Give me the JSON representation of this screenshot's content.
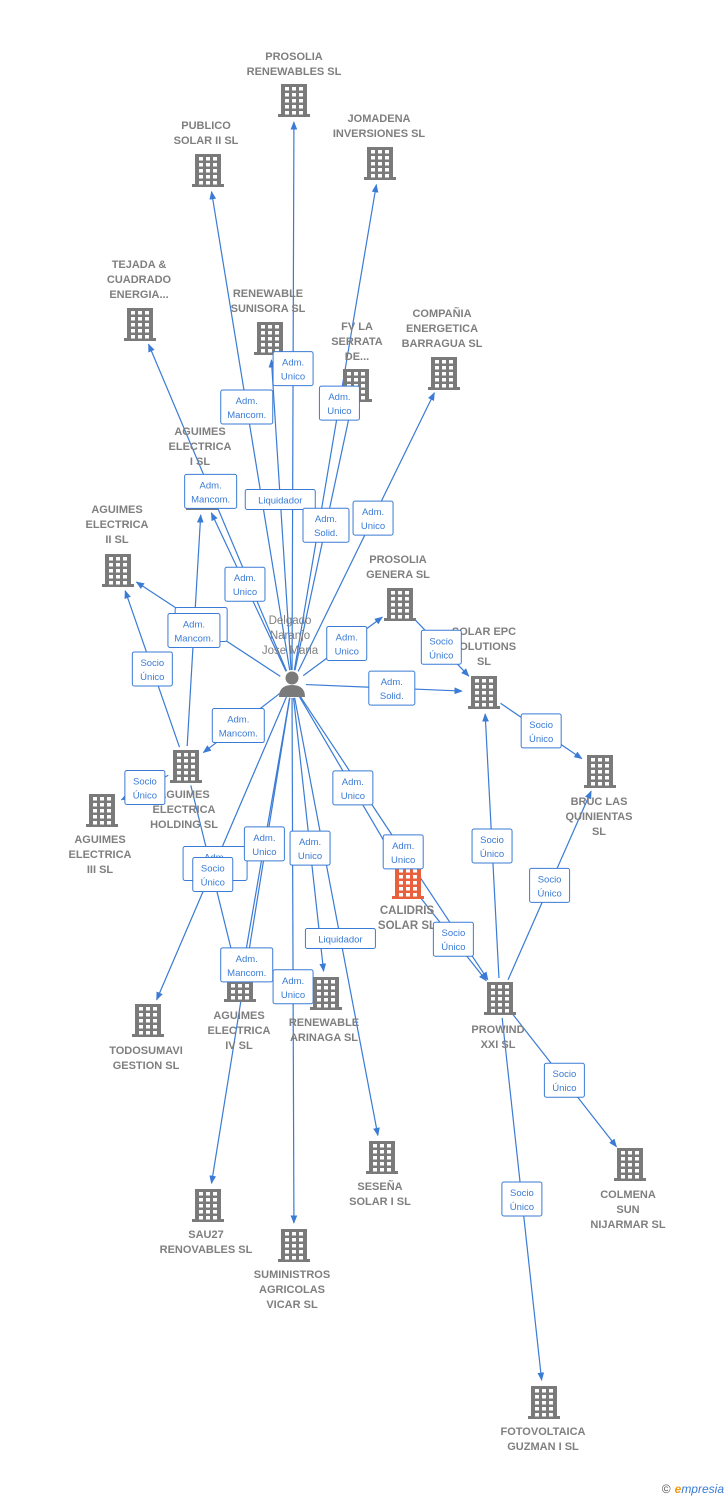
{
  "colors": {
    "edge": "#3a7bd5",
    "company": "#7a7a7a",
    "focal": "#e8603c",
    "label": "#7f7f7f"
  },
  "person": {
    "id": "person",
    "lines": [
      "Delgado",
      "Naranjo",
      "Jose Maria"
    ]
  },
  "nodes": [
    {
      "id": "prosolia-renewables",
      "lines": [
        "PROSOLIA",
        "RENEWABLES SL"
      ],
      "focal": false
    },
    {
      "id": "publico-solar-ii",
      "lines": [
        "PUBLICO",
        "SOLAR II SL"
      ],
      "focal": false
    },
    {
      "id": "jomadena",
      "lines": [
        "JOMADENA",
        "INVERSIONES SL"
      ],
      "focal": false
    },
    {
      "id": "tejada-cuadrado",
      "lines": [
        "TEJADA &",
        "CUADRADO",
        "ENERGIA..."
      ],
      "focal": false
    },
    {
      "id": "renewable-sunisora",
      "lines": [
        "RENEWABLE",
        "SUNISORA SL"
      ],
      "focal": false
    },
    {
      "id": "fv-la-serrata",
      "lines": [
        "FV LA",
        "SERRATA",
        "DE..."
      ],
      "focal": false
    },
    {
      "id": "compania-energetica",
      "lines": [
        "COMPAÑIA",
        "ENERGETICA",
        "BARRAGUA SL"
      ],
      "focal": false
    },
    {
      "id": "aguimes-electrica-i",
      "lines": [
        "AGUIMES",
        "ELECTRICA",
        "I SL"
      ],
      "focal": false
    },
    {
      "id": "aguimes-electrica-ii",
      "lines": [
        "AGUIMES",
        "ELECTRICA",
        "II SL"
      ],
      "focal": false
    },
    {
      "id": "prosolia-genera",
      "lines": [
        "PROSOLIA",
        "GENERA SL"
      ],
      "focal": false
    },
    {
      "id": "solar-epc",
      "lines": [
        "SOLAR EPC",
        "SOLUTIONS",
        "SL"
      ],
      "focal": false
    },
    {
      "id": "bruc-quinientas",
      "lines": [
        "BRUC LAS",
        "QUINIENTAS",
        "SL"
      ],
      "focal": false
    },
    {
      "id": "aguimes-holding",
      "lines": [
        "AGUIMES",
        "ELECTRICA",
        "HOLDING SL"
      ],
      "focal": false
    },
    {
      "id": "aguimes-electrica-iii",
      "lines": [
        "AGUIMES",
        "ELECTRICA",
        "III SL"
      ],
      "focal": false
    },
    {
      "id": "calidris",
      "lines": [
        "CALIDRIS",
        "SOLAR  SL"
      ],
      "focal": true
    },
    {
      "id": "todosumavi",
      "lines": [
        "TODOSUMAVI",
        "GESTION SL"
      ],
      "focal": false
    },
    {
      "id": "aguimes-electrica-iv",
      "lines": [
        "AGUIMES",
        "ELECTRICA",
        "IV SL"
      ],
      "focal": false
    },
    {
      "id": "renewable-arinaga",
      "lines": [
        "RENEWABLE",
        "ARINAGA  SL"
      ],
      "focal": false
    },
    {
      "id": "prowind",
      "lines": [
        "PROWIND",
        "XXI SL"
      ],
      "focal": false
    },
    {
      "id": "colmena-sun",
      "lines": [
        "COLMENA",
        "SUN",
        "NIJARMAR  SL"
      ],
      "focal": false
    },
    {
      "id": "sesena-solar",
      "lines": [
        "SESEÑA",
        "SOLAR I SL"
      ],
      "focal": false
    },
    {
      "id": "sau27",
      "lines": [
        "SAU27",
        "RENOVABLES SL"
      ],
      "focal": false
    },
    {
      "id": "suministros",
      "lines": [
        "SUMINISTROS",
        "AGRICOLAS",
        "VICAR SL"
      ],
      "focal": false
    },
    {
      "id": "fotovoltaica-guzman",
      "lines": [
        "FOTOVOLTAICA",
        "GUZMAN I  SL"
      ],
      "focal": false
    }
  ],
  "edges": [
    {
      "from": "person",
      "to": "prosolia-renewables",
      "lines": [
        "Adm.",
        "Unico"
      ]
    },
    {
      "from": "person",
      "to": "publico-solar-ii",
      "lines": [
        "Adm.",
        "Mancom."
      ]
    },
    {
      "from": "person",
      "to": "jomadena",
      "lines": [
        "Adm.",
        "Unico"
      ]
    },
    {
      "from": "person",
      "to": "tejada-cuadrado",
      "lines": [
        "Adm.",
        "Mancom."
      ]
    },
    {
      "from": "person",
      "to": "renewable-sunisora",
      "lines": [
        "Liquidador"
      ]
    },
    {
      "from": "person",
      "to": "fv-la-serrata",
      "lines": [
        "Adm.",
        "Solid."
      ]
    },
    {
      "from": "person",
      "to": "compania-energetica",
      "lines": [
        "Adm.",
        "Unico"
      ]
    },
    {
      "from": "person",
      "to": "aguimes-electrica-i",
      "lines": [
        "Adm.",
        "Unico"
      ]
    },
    {
      "from": "person",
      "to": "aguimes-electrica-ii",
      "lines": [
        "Adm.",
        "Mancom."
      ]
    },
    {
      "from": "person",
      "to": "prosolia-genera",
      "lines": [
        "Adm.",
        "Unico"
      ]
    },
    {
      "from": "person",
      "to": "solar-epc",
      "lines": [
        "Adm.",
        "Solid."
      ]
    },
    {
      "from": "person",
      "to": "aguimes-holding",
      "lines": [
        "Adm.",
        "Mancom."
      ]
    },
    {
      "from": "person",
      "to": "calidris",
      "lines": [
        "Adm.",
        "Unico"
      ]
    },
    {
      "from": "person",
      "to": "todosumavi",
      "lines": [
        "Adm.",
        "Unico,..."
      ]
    },
    {
      "from": "person",
      "to": "aguimes-electrica-iv",
      "lines": [
        "Adm.",
        "Unico"
      ]
    },
    {
      "from": "person",
      "to": "renewable-arinaga",
      "lines": [
        "Adm.",
        "Unico"
      ]
    },
    {
      "from": "person",
      "to": "sesena-solar",
      "lines": [
        "Liquidador"
      ]
    },
    {
      "from": "person",
      "to": "sau27",
      "lines": [
        "Adm.",
        "Mancom."
      ]
    },
    {
      "from": "person",
      "to": "suministros",
      "lines": [
        "Adm.",
        "Unico"
      ]
    },
    {
      "from": "person",
      "to": "prowind",
      "lines": [
        "Adm.",
        "Unico"
      ]
    },
    {
      "from": "aguimes-holding",
      "to": "aguimes-electrica-i",
      "lines": [
        "Adm.",
        "Mancom."
      ]
    },
    {
      "from": "aguimes-holding",
      "to": "aguimes-electrica-ii",
      "lines": [
        "Socio",
        "Único"
      ]
    },
    {
      "from": "aguimes-holding",
      "to": "aguimes-electrica-iii",
      "lines": [
        "Socio",
        "Único"
      ]
    },
    {
      "from": "aguimes-holding",
      "to": "aguimes-electrica-iv",
      "lines": [
        "Socio",
        "Único"
      ]
    },
    {
      "from": "prosolia-genera",
      "to": "solar-epc",
      "lines": [
        "Socio",
        "Único"
      ]
    },
    {
      "from": "solar-epc",
      "to": "bruc-quinientas",
      "lines": [
        "Socio",
        "Único"
      ]
    },
    {
      "from": "calidris",
      "to": "prowind",
      "lines": [
        "Socio",
        "Único"
      ]
    },
    {
      "from": "prowind",
      "to": "solar-epc",
      "lines": [
        "Socio",
        "Único"
      ]
    },
    {
      "from": "prowind",
      "to": "bruc-quinientas",
      "lines": [
        "Socio",
        "Único"
      ]
    },
    {
      "from": "prowind",
      "to": "colmena-sun",
      "lines": [
        "Socio",
        "Único"
      ]
    },
    {
      "from": "prowind",
      "to": "fotovoltaica-guzman",
      "lines": [
        "Socio",
        "Único"
      ]
    }
  ],
  "footer": {
    "copyright": "©",
    "brand_initial": "e",
    "brand_rest": "mpresia"
  }
}
